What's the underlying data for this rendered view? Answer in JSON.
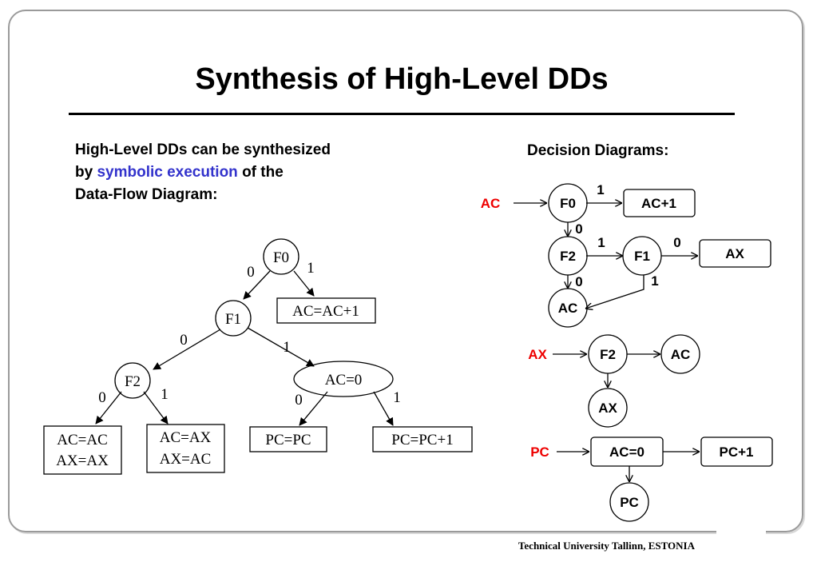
{
  "slide": {
    "title": "Synthesis of High-Level DDs",
    "intro": {
      "line1": "High-Level DDs can be synthesized",
      "line2_pre": "by ",
      "line2_highlight": "symbolic execution",
      "line2_post": " of the",
      "line3": "Data-Flow Diagram:"
    },
    "dd_heading": "Decision Diagrams:",
    "footer": "Technical University Tallinn, ESTONIA"
  },
  "colors": {
    "highlight": "#3333cc",
    "variable": "#ee0000",
    "frame": "#9a9a9a"
  },
  "dataflow_diagram": {
    "nodes": {
      "f0": "F0",
      "f1": "F1",
      "f2": "F2",
      "ac_test": "AC=0",
      "ac_inc": "AC=AC+1",
      "leaf1_l1": "AC=AC",
      "leaf1_l2": "AX=AX",
      "leaf2_l1": "AC=AX",
      "leaf2_l2": "AX=AC",
      "pc_pc": "PC=PC",
      "pc_inc": "PC=PC+1"
    },
    "edge_labels": {
      "f0_0": "0",
      "f0_1": "1",
      "f1_0": "0",
      "f1_1": "1",
      "f2_0": "0",
      "f2_1": "1",
      "ac_0": "0",
      "ac_1": "1"
    }
  },
  "decision_diagrams": {
    "ac": {
      "var": "AC",
      "f0": "F0",
      "f2": "F2",
      "f1": "F1",
      "inc": "AC+1",
      "ax": "AX",
      "ac_leaf": "AC",
      "lbl_f0_1": "1",
      "lbl_f0_0": "0",
      "lbl_f2_1": "1",
      "lbl_f1_0": "0",
      "lbl_f2_0": "0",
      "lbl_f1_1": "1"
    },
    "ax": {
      "var": "AX",
      "f2": "F2",
      "ac": "AC",
      "ax": "AX"
    },
    "pc": {
      "var": "PC",
      "test": "AC=0",
      "inc": "PC+1",
      "pc": "PC"
    }
  }
}
